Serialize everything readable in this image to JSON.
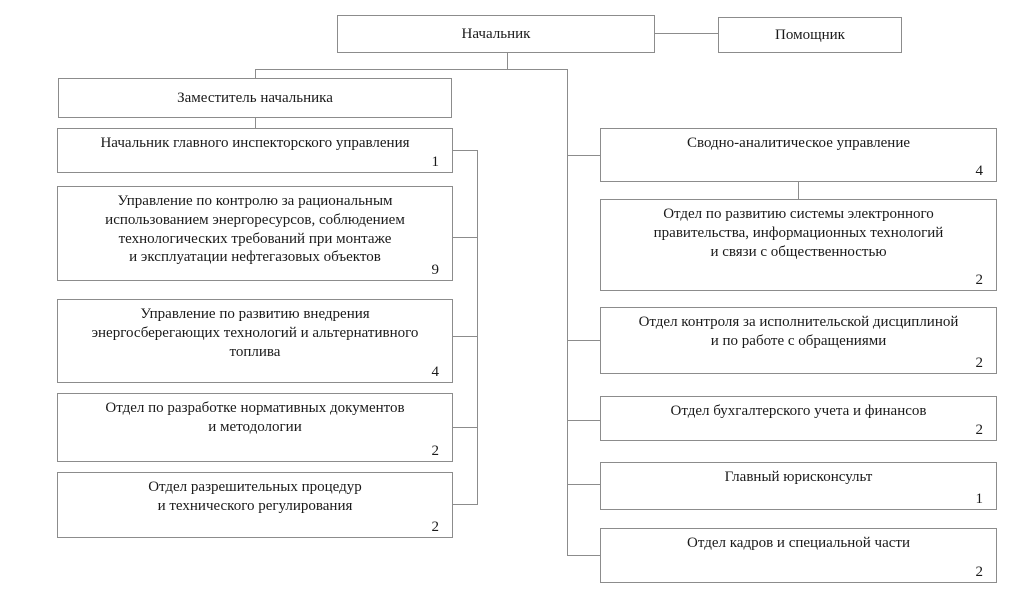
{
  "org": {
    "chief": {
      "title": "Начальник"
    },
    "assistant": {
      "title": "Помощник"
    },
    "deputy": {
      "title": "Заместитель начальника"
    },
    "left_units": [
      {
        "title": "Начальник главного инспекторского управления",
        "count": "1"
      },
      {
        "title": "Управление по контролю за рациональным\nиспользованием энергоресурсов, соблюдением\nтехнологических требований при монтаже\nи эксплуатации нефтегазовых объектов",
        "count": "9"
      },
      {
        "title": "Управление по развитию внедрения\nэнергосберегающих технологий и альтернативного\nтоплива",
        "count": "4"
      },
      {
        "title": "Отдел по разработке нормативных документов\nи методологии",
        "count": "2"
      },
      {
        "title": "Отдел разрешительных процедур\nи технического регулирования",
        "count": "2"
      }
    ],
    "right_units": [
      {
        "title": "Сводно-аналитическое управление",
        "count": "4"
      },
      {
        "title": "Отдел по развитию системы электронного\nправительства, информационных технологий\nи связи с общественностью",
        "count": "2"
      },
      {
        "title": "Отдел контроля за исполнительской дисциплиной\nи по работе с обращениями",
        "count": "2"
      },
      {
        "title": "Отдел бухгалтерского учета и финансов",
        "count": "2"
      },
      {
        "title": "Главный юрисконсульт",
        "count": "1"
      },
      {
        "title": "Отдел кадров и специальной части",
        "count": "2"
      }
    ],
    "colors": {
      "border": "#8c8c8c",
      "line": "#8c8c8c",
      "text": "#1a1a1a",
      "background": "#ffffff"
    }
  }
}
